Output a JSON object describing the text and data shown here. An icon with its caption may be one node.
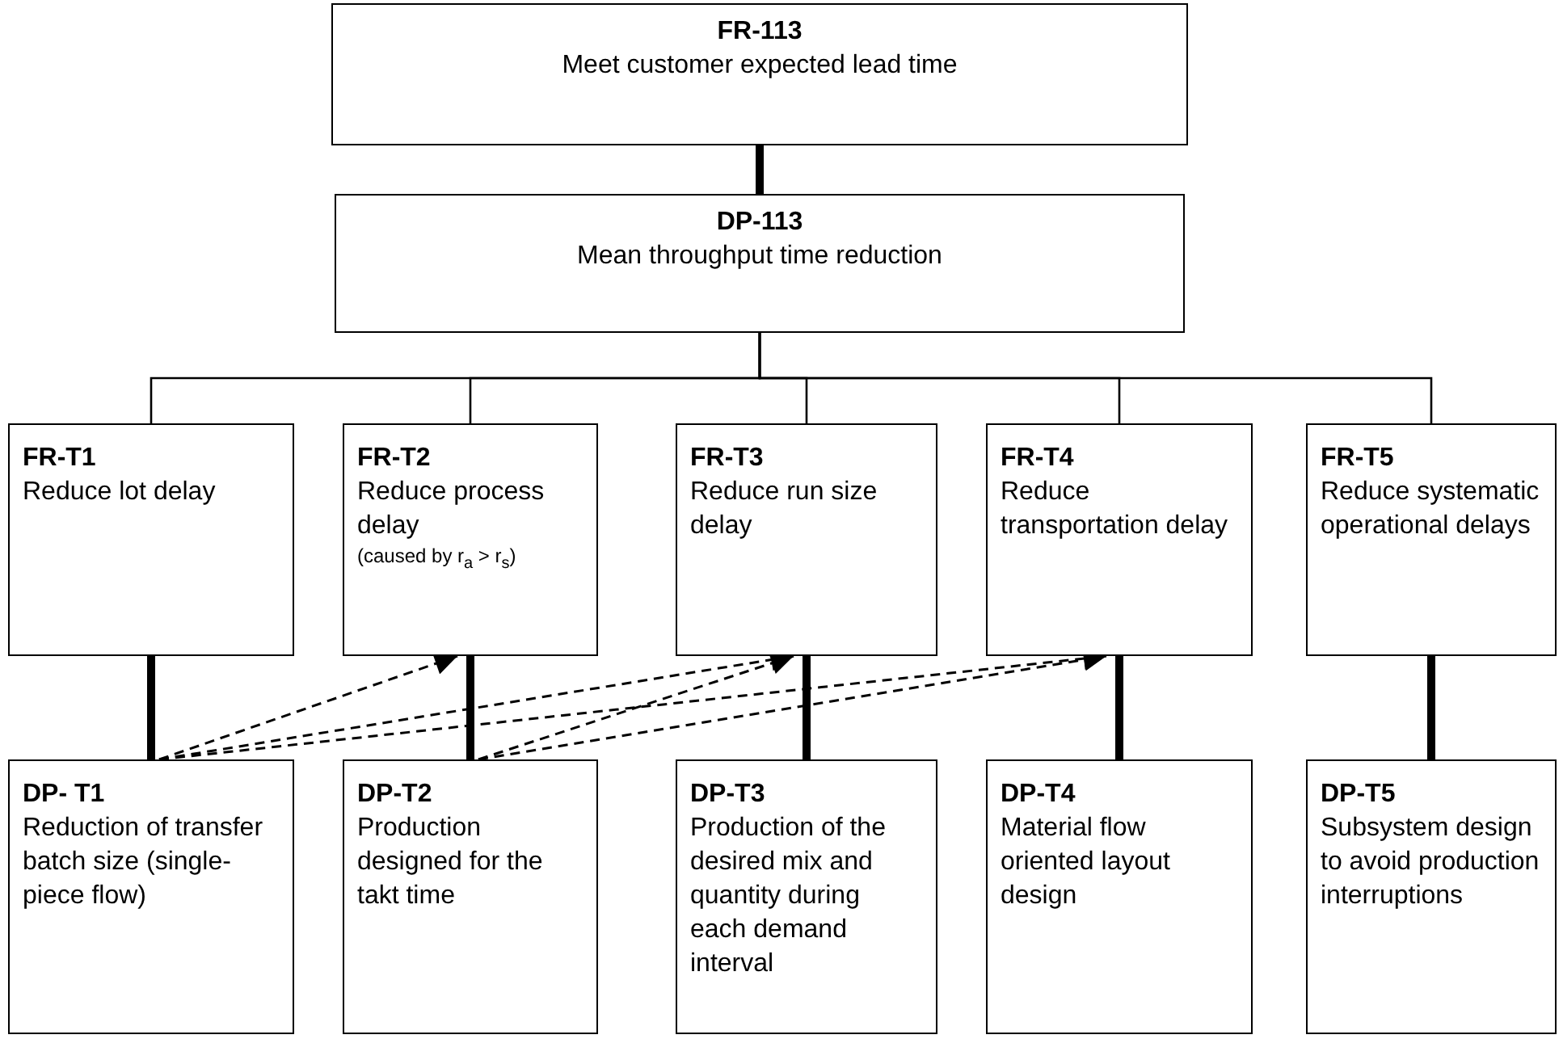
{
  "diagram": {
    "nodes": [
      {
        "text": [
          "FR-113",
          "Meet customer expected lead time"
        ]
      },
      {
        "text": [
          "DP-113",
          "Mean throughput time reduction"
        ]
      },
      {
        "text": [
          "FR-T1",
          "Reduce lot delay"
        ]
      },
      {
        "text": [
          "FR-T2",
          "Reduce process delay",
          "(caused by r$_{a}$ > r$_{s}$)"
        ]
      },
      {
        "text": [
          "FR-T3",
          "Reduce run size delay"
        ]
      },
      {
        "text": [
          "FR-T4",
          "Reduce transportation delay"
        ]
      },
      {
        "text": [
          "FR-T5",
          "Reduce systematic operational delays"
        ]
      },
      {
        "text": [
          "DP- T1",
          "Reduction of transfer batch size (single-piece flow)"
        ]
      },
      {
        "text": [
          "DP-T2",
          "Production designed for the takt time"
        ]
      },
      {
        "text": [
          "DP-T3",
          "Production of the desired mix and quantity during each demand interval"
        ]
      },
      {
        "text": [
          "DP-T4",
          "Material flow oriented layout design"
        ]
      },
      {
        "text": [
          "DP-T5",
          "Subsystem design to avoid production interruptions"
        ]
      }
    ],
    "edges": [
      {
        "from": 0,
        "to": 1,
        "arrow": "none",
        "style": "thick"
      },
      {
        "from": 1,
        "to": 2,
        "arrow": "none"
      },
      {
        "from": 1,
        "to": 3,
        "arrow": "none"
      },
      {
        "from": 1,
        "to": 4,
        "arrow": "none"
      },
      {
        "from": 1,
        "to": 5,
        "arrow": "none"
      },
      {
        "from": 1,
        "to": 6,
        "arrow": "none"
      },
      {
        "from": 2,
        "to": 7,
        "arrow": "none",
        "style": "thick"
      },
      {
        "from": 3,
        "to": 8,
        "arrow": "none",
        "style": "thick"
      },
      {
        "from": 4,
        "to": 9,
        "arrow": "none",
        "style": "thick"
      },
      {
        "from": 5,
        "to": 10,
        "arrow": "none",
        "style": "thick"
      },
      {
        "from": 6,
        "to": 11,
        "arrow": "none",
        "style": "thick"
      },
      {
        "from": 7,
        "to": 3,
        "arrow": "to",
        "style": "dashed"
      },
      {
        "from": 7,
        "to": 4,
        "arrow": "to",
        "style": "dashed"
      },
      {
        "from": 7,
        "to": 5,
        "arrow": "to",
        "style": "dashed"
      },
      {
        "from": 8,
        "to": 4,
        "arrow": "to",
        "style": "dashed"
      },
      {
        "from": 8,
        "to": 5,
        "arrow": "to",
        "style": "dashed"
      }
    ]
  }
}
